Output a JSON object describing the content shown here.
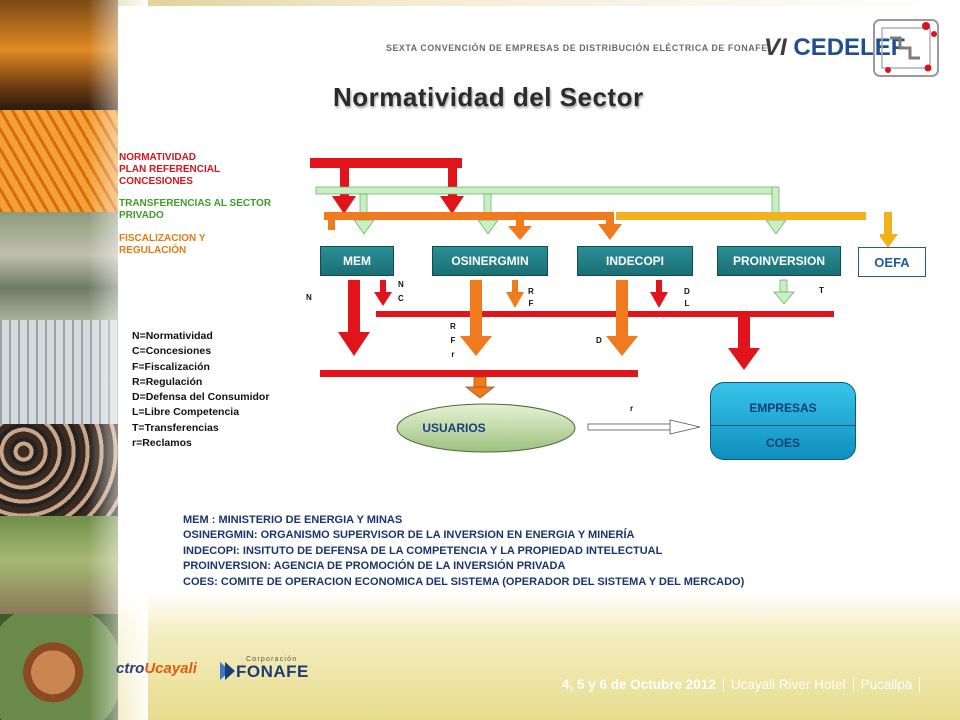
{
  "header": {
    "convention_title": "SEXTA CONVENCIÓN DE EMPRESAS DE DISTRIBUCIÓN ELÉCTRICA DE FONAFE",
    "brand_roman": "VI",
    "brand_name": "CEDELEF",
    "page_title": "Normatividad del Sector"
  },
  "color_legend": [
    {
      "text": "NORMATIVIDAD",
      "color": "#d2161d"
    },
    {
      "text": "PLAN REFERENCIAL",
      "color": "#d2161d"
    },
    {
      "text": "CONCESIONES",
      "color": "#d2161d"
    },
    {
      "text": "TRANSFERENCIAS AL SECTOR",
      "color": "#3f9b2a"
    },
    {
      "text": "PRIVADO",
      "color": "#3f9b2a"
    },
    {
      "text": "FISCALIZACION Y",
      "color": "#e07a14"
    },
    {
      "text": "REGULACIÓN",
      "color": "#e07a14"
    }
  ],
  "abbreviations": [
    "N=Normatividad",
    "C=Concesiones",
    "F=Fiscalización",
    "R=Regulación",
    "D=Defensa del Consumidor",
    "L=Libre Competencia",
    "T=Transferencias",
    "r=Reclamos"
  ],
  "diagram": {
    "entities": {
      "mem": "MEM",
      "osinergmin": "OSINERGMIN",
      "indecopi": "INDECOPI",
      "proinversion": "PROINVERSION",
      "oefa": "OEFA",
      "usuarios": "USUARIOS",
      "empresas": "EMPRESAS",
      "coes": "COES"
    },
    "flow_labels": {
      "n": "N",
      "nc": "N\nC",
      "rf_top": "R\nF",
      "dl": "D\nL",
      "t": "T",
      "rfr": "R\nF\nr",
      "d": "D",
      "r_reclamos": "r"
    },
    "colors": {
      "red": "#e0141a",
      "orange": "#ef7b1e",
      "yellow": "#f2b21c",
      "light_green": "#c7f0c2",
      "teal": "#1f7f86"
    }
  },
  "definitions": [
    "MEM : MINISTERIO DE ENERGIA Y MINAS",
    "OSINERGMIN: ORGANISMO SUPERVISOR DE LA INVERSION EN ENERGIA Y MINERÍA",
    "INDECOPI: INSITUTO DE DEFENSA DE LA COMPETENCIA Y LA PROPIEDAD INTELECTUAL",
    "PROINVERSION:  AGENCIA DE PROMOCIÓN DE LA INVERSIÓN PRIVADA",
    "COES: COMITE DE OPERACION ECONOMICA DEL SISTEMA (OPERADOR DEL SISTEMA Y DEL MERCADO)"
  ],
  "logos": {
    "ucayali_left": "ctro",
    "ucayali_right": "Ucayali",
    "fonafe_corp": "Corporación",
    "fonafe_name": "FONAFE"
  },
  "footer": {
    "date": "4, 5 y 6 de Octubre 2012",
    "venue": "Ucayali River Hotel",
    "city": "Pucallpa"
  }
}
